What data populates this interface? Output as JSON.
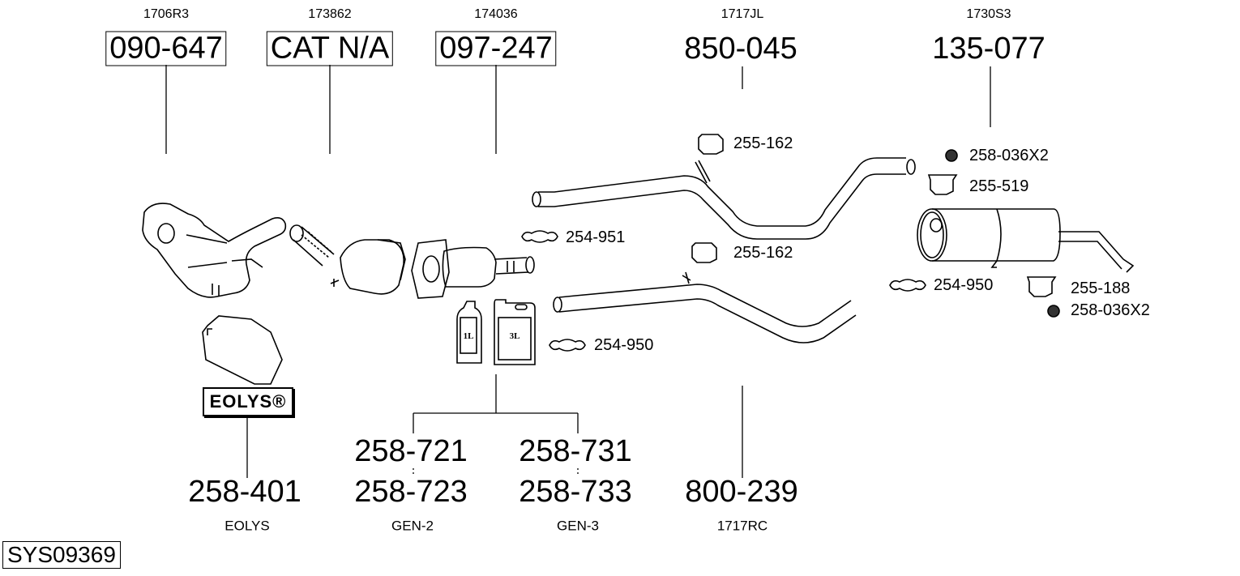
{
  "system_id": "SYS09369",
  "parts_top": [
    {
      "ref": "1706R3",
      "part": "090-647",
      "boxed": true
    },
    {
      "ref": "173862",
      "part": "CAT N/A",
      "boxed": true
    },
    {
      "ref": "174036",
      "part": "097-247",
      "boxed": true
    },
    {
      "ref": "1717JL",
      "part": "850-045",
      "boxed": false
    },
    {
      "ref": "1730S3",
      "part": "135-077",
      "boxed": false
    }
  ],
  "fittings": [
    "255-162",
    "258-036X2",
    "255-519",
    "254-951",
    "255-162",
    "254-950",
    "255-188",
    "258-036X2",
    "254-950"
  ],
  "fluid_bottles": [
    "1L",
    "3L"
  ],
  "eolys_logo": "EOLYS®",
  "parts_bottom": [
    {
      "part": "258-401",
      "ref": "EOLYS"
    },
    {
      "part": "258-721",
      "alt": "258-723",
      "ref": "GEN-2"
    },
    {
      "part": "258-731",
      "alt": "258-733",
      "ref": "GEN-3"
    },
    {
      "part": "800-239",
      "ref": "1717RC"
    }
  ]
}
